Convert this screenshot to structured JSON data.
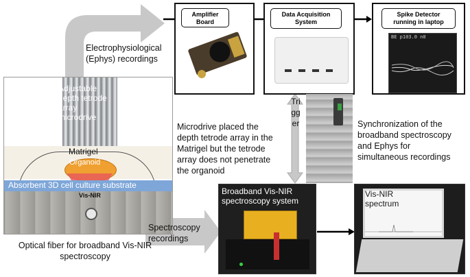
{
  "boxes": {
    "amplifier": "Amplifier Board",
    "daq": "Data Acquisition System",
    "spike": "Spike Detector running in laptop"
  },
  "spike_screen_text": "BE  p103.0 n0",
  "labels": {
    "ephys": "Electrophysiological (Ephys) recordings",
    "tetrode": "Adjustable depth tetrode array microdrive",
    "matrigel": "Matrigel",
    "organoid": "Organoid",
    "substrate": "Absorbent 3D cell culture substrate",
    "visnir_small": "Vis-NIR",
    "microdrive_note": "Microdrive placed the depth tetrode array in the Matrigel but the tetrode array does not penetrate the organoid",
    "trigger": "Trigger",
    "sync_note": "Synchronization of the broadband spectroscopy and Ephys for simultaneous recordings",
    "spectro_system": "Broadband Vis-NIR spectroscopy system",
    "spectrum": "Vis-NIR spectrum",
    "spectro_recordings": "Spectroscopy recordings",
    "fiber": "Optical fiber for broadband Vis-NIR spectroscopy"
  },
  "colors": {
    "arrow_gray": "#c8c8c8",
    "substrate_blue": "#7ea6d8",
    "organoid_orange": "#f0a030",
    "cone_red": "#e85a5a",
    "device_yellow": "#e8b020"
  }
}
